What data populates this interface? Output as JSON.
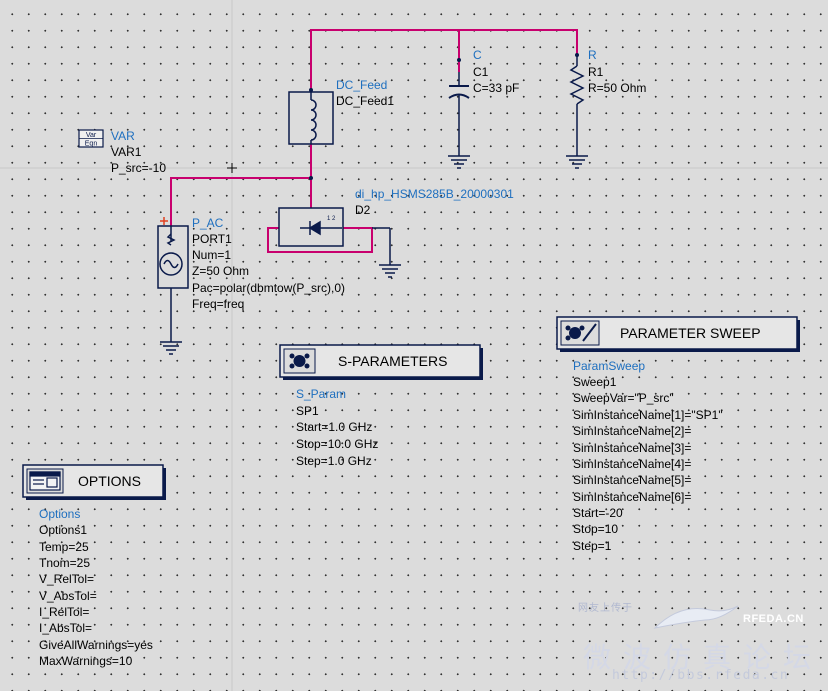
{
  "var_block": {
    "icon_top": "Var",
    "icon_bottom": "Eqn",
    "type": "VAR",
    "name": "VAR1",
    "param": "P_src=-10"
  },
  "dc_feed": {
    "type": "DC_Feed",
    "name": "DC_Feed1"
  },
  "capacitor": {
    "type": "C",
    "name": "C1",
    "value": "C=33 pF"
  },
  "resistor": {
    "type": "R",
    "name": "R1",
    "value": "R=50 Ohm"
  },
  "diode": {
    "type": "di_hp_HSMS285B_20000301",
    "name": "D2"
  },
  "port": {
    "type": "P_AC",
    "name": "PORT1",
    "params": [
      "Num=1",
      "Z=50 Ohm",
      "Pac=polar(dbmtow(P_src),0)",
      "Freq=freq"
    ]
  },
  "s_parameters": {
    "title": "S-PARAMETERS",
    "type": "S_Param",
    "name": "SP1",
    "params": [
      "Start=1.0 GHz",
      "Stop=10.0 GHz",
      "Step=1.0 GHz"
    ]
  },
  "parameter_sweep": {
    "title": "PARAMETER SWEEP",
    "type": "ParamSweep",
    "name": "Sweep1",
    "params": [
      "SweepVar=\"P_src\"",
      "SimInstanceName[1]=\"SP1\"",
      "SimInstanceName[2]=",
      "SimInstanceName[3]=",
      "SimInstanceName[4]=",
      "SimInstanceName[5]=",
      "SimInstanceName[6]=",
      "Start=-20",
      "Stop=10",
      "Step=1"
    ]
  },
  "options": {
    "title": "OPTIONS",
    "type": "Options",
    "name": "Options1",
    "params": [
      "Temp=25",
      "Tnom=25",
      "V_RelTol=",
      "V_AbsTol=",
      "I_RelTol=",
      "I_AbsTol=",
      "GiveAllWarnings=yes",
      "MaxWarnings=10"
    ]
  },
  "watermark": {
    "logo_text": "网友上传于",
    "brand": "RFEDA.CN",
    "chinese": "微波仿真论坛",
    "url": "http://bbs.rfeda.cn"
  },
  "colors": {
    "wire": "#c8006e",
    "symbol": "#0a1a4a",
    "label_blue": "#1e6fbf",
    "background": "#dcdcdc"
  }
}
